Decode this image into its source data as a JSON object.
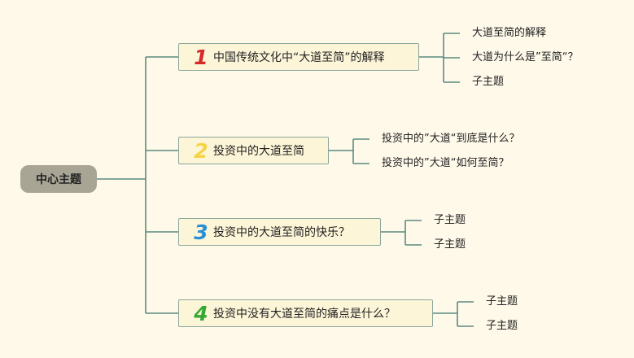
{
  "center": {
    "label": "中心主题"
  },
  "branches": [
    {
      "number": "1",
      "number_color": "#d42a2a",
      "label": "中国传统文化中“大道至简”的解释",
      "children": [
        "大道至简的解释",
        "大道为什么是”至简“？",
        "子主题"
      ]
    },
    {
      "number": "2",
      "number_color": "#f5d442",
      "label": "投资中的大道至简",
      "children": [
        "投资中的”大道“到底是什么？",
        "投资中的”大道“如何至简？"
      ]
    },
    {
      "number": "3",
      "number_color": "#2b8fd6",
      "label": "投资中的大道至简的快乐？",
      "children": [
        "子主题",
        "子主题"
      ]
    },
    {
      "number": "4",
      "number_color": "#36a832",
      "label": "投资中没有大道至简的痛点是什么？",
      "children": [
        "子主题",
        "子主题"
      ]
    }
  ],
  "line_color": "#5a8b7e"
}
